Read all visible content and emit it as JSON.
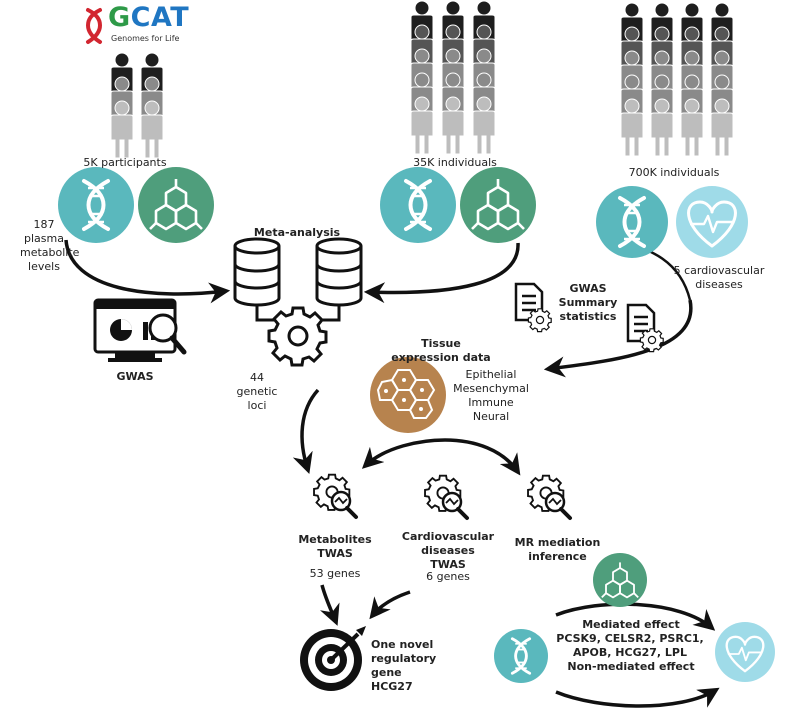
{
  "logo": {
    "name": "GCAT",
    "tagline": "Genomes for Life"
  },
  "cohorts": [
    {
      "count_label": "5K participants"
    },
    {
      "count_label": "35K individuals"
    },
    {
      "count_label": "700K individuals"
    }
  ],
  "labels": {
    "plasma_metabolite_lines": [
      "187",
      "plasma",
      "metabolite",
      "levels"
    ],
    "meta_analysis": "Meta-analysis",
    "gwas": "GWAS",
    "genetic_loci_lines": [
      "44",
      "genetic",
      "loci"
    ],
    "gwas_summary_lines": [
      "GWAS",
      "Summary",
      "statistics"
    ],
    "cardio_diseases_lines": [
      "5 cardiovascular",
      "diseases"
    ],
    "tissue_title_lines": [
      "Tissue",
      "expression data"
    ],
    "tissue_types": [
      "Epithelial",
      "Mesenchymal",
      "Immune",
      "Neural"
    ],
    "metabolites_twas_lines": [
      "Metabolites",
      "TWAS"
    ],
    "metabolites_genes": "53 genes",
    "cardio_twas_lines": [
      "Cardiovascular",
      "diseases",
      "TWAS"
    ],
    "cardio_genes": "6 genes",
    "mr_lines": [
      "MR mediation",
      "inference"
    ],
    "novel_gene_lines": [
      "One novel",
      "regulatory",
      "gene",
      "HCG27"
    ],
    "mediated_effect": "Mediated effect",
    "mediated_genes_lines": [
      "PCSK9, CELSR2, PSRC1,",
      "APOB, HCG27, LPL"
    ],
    "non_mediated_effect": "Non-mediated effect"
  },
  "colors": {
    "dna_teal": "#5ab8bd",
    "molecule_green": "#4f9e7c",
    "heart_light_blue": "#9fdbe8",
    "tissue_brown": "#b7834e",
    "logo_red": "#d22630",
    "logo_green": "#2e9a48",
    "logo_blue": "#1f76c2",
    "dark": "#1a1a1a"
  }
}
